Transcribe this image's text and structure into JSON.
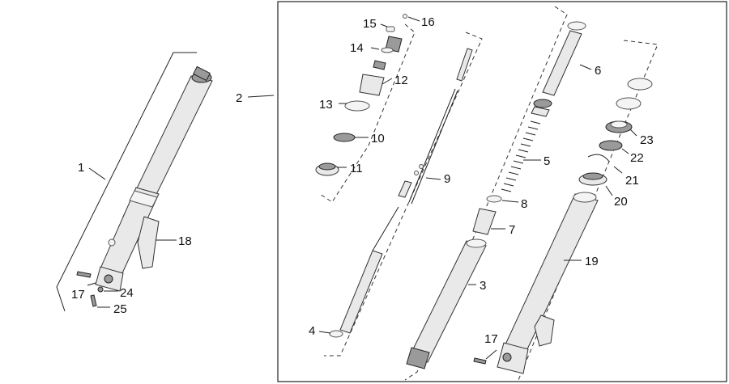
{
  "labels": {
    "l1": "1",
    "l2": "2",
    "l3": "3",
    "l4": "4",
    "l5": "5",
    "l6": "6",
    "l7": "7",
    "l8": "8",
    "l9": "9",
    "l10": "10",
    "l11": "11",
    "l12": "12",
    "l13": "13",
    "l14": "14",
    "l15": "15",
    "l16": "16",
    "l17a": "17",
    "l17b": "17",
    "l18": "18",
    "l19": "19",
    "l20": "20",
    "l21": "21",
    "l22": "22",
    "l23": "23",
    "l24": "24",
    "l25": "25"
  }
}
